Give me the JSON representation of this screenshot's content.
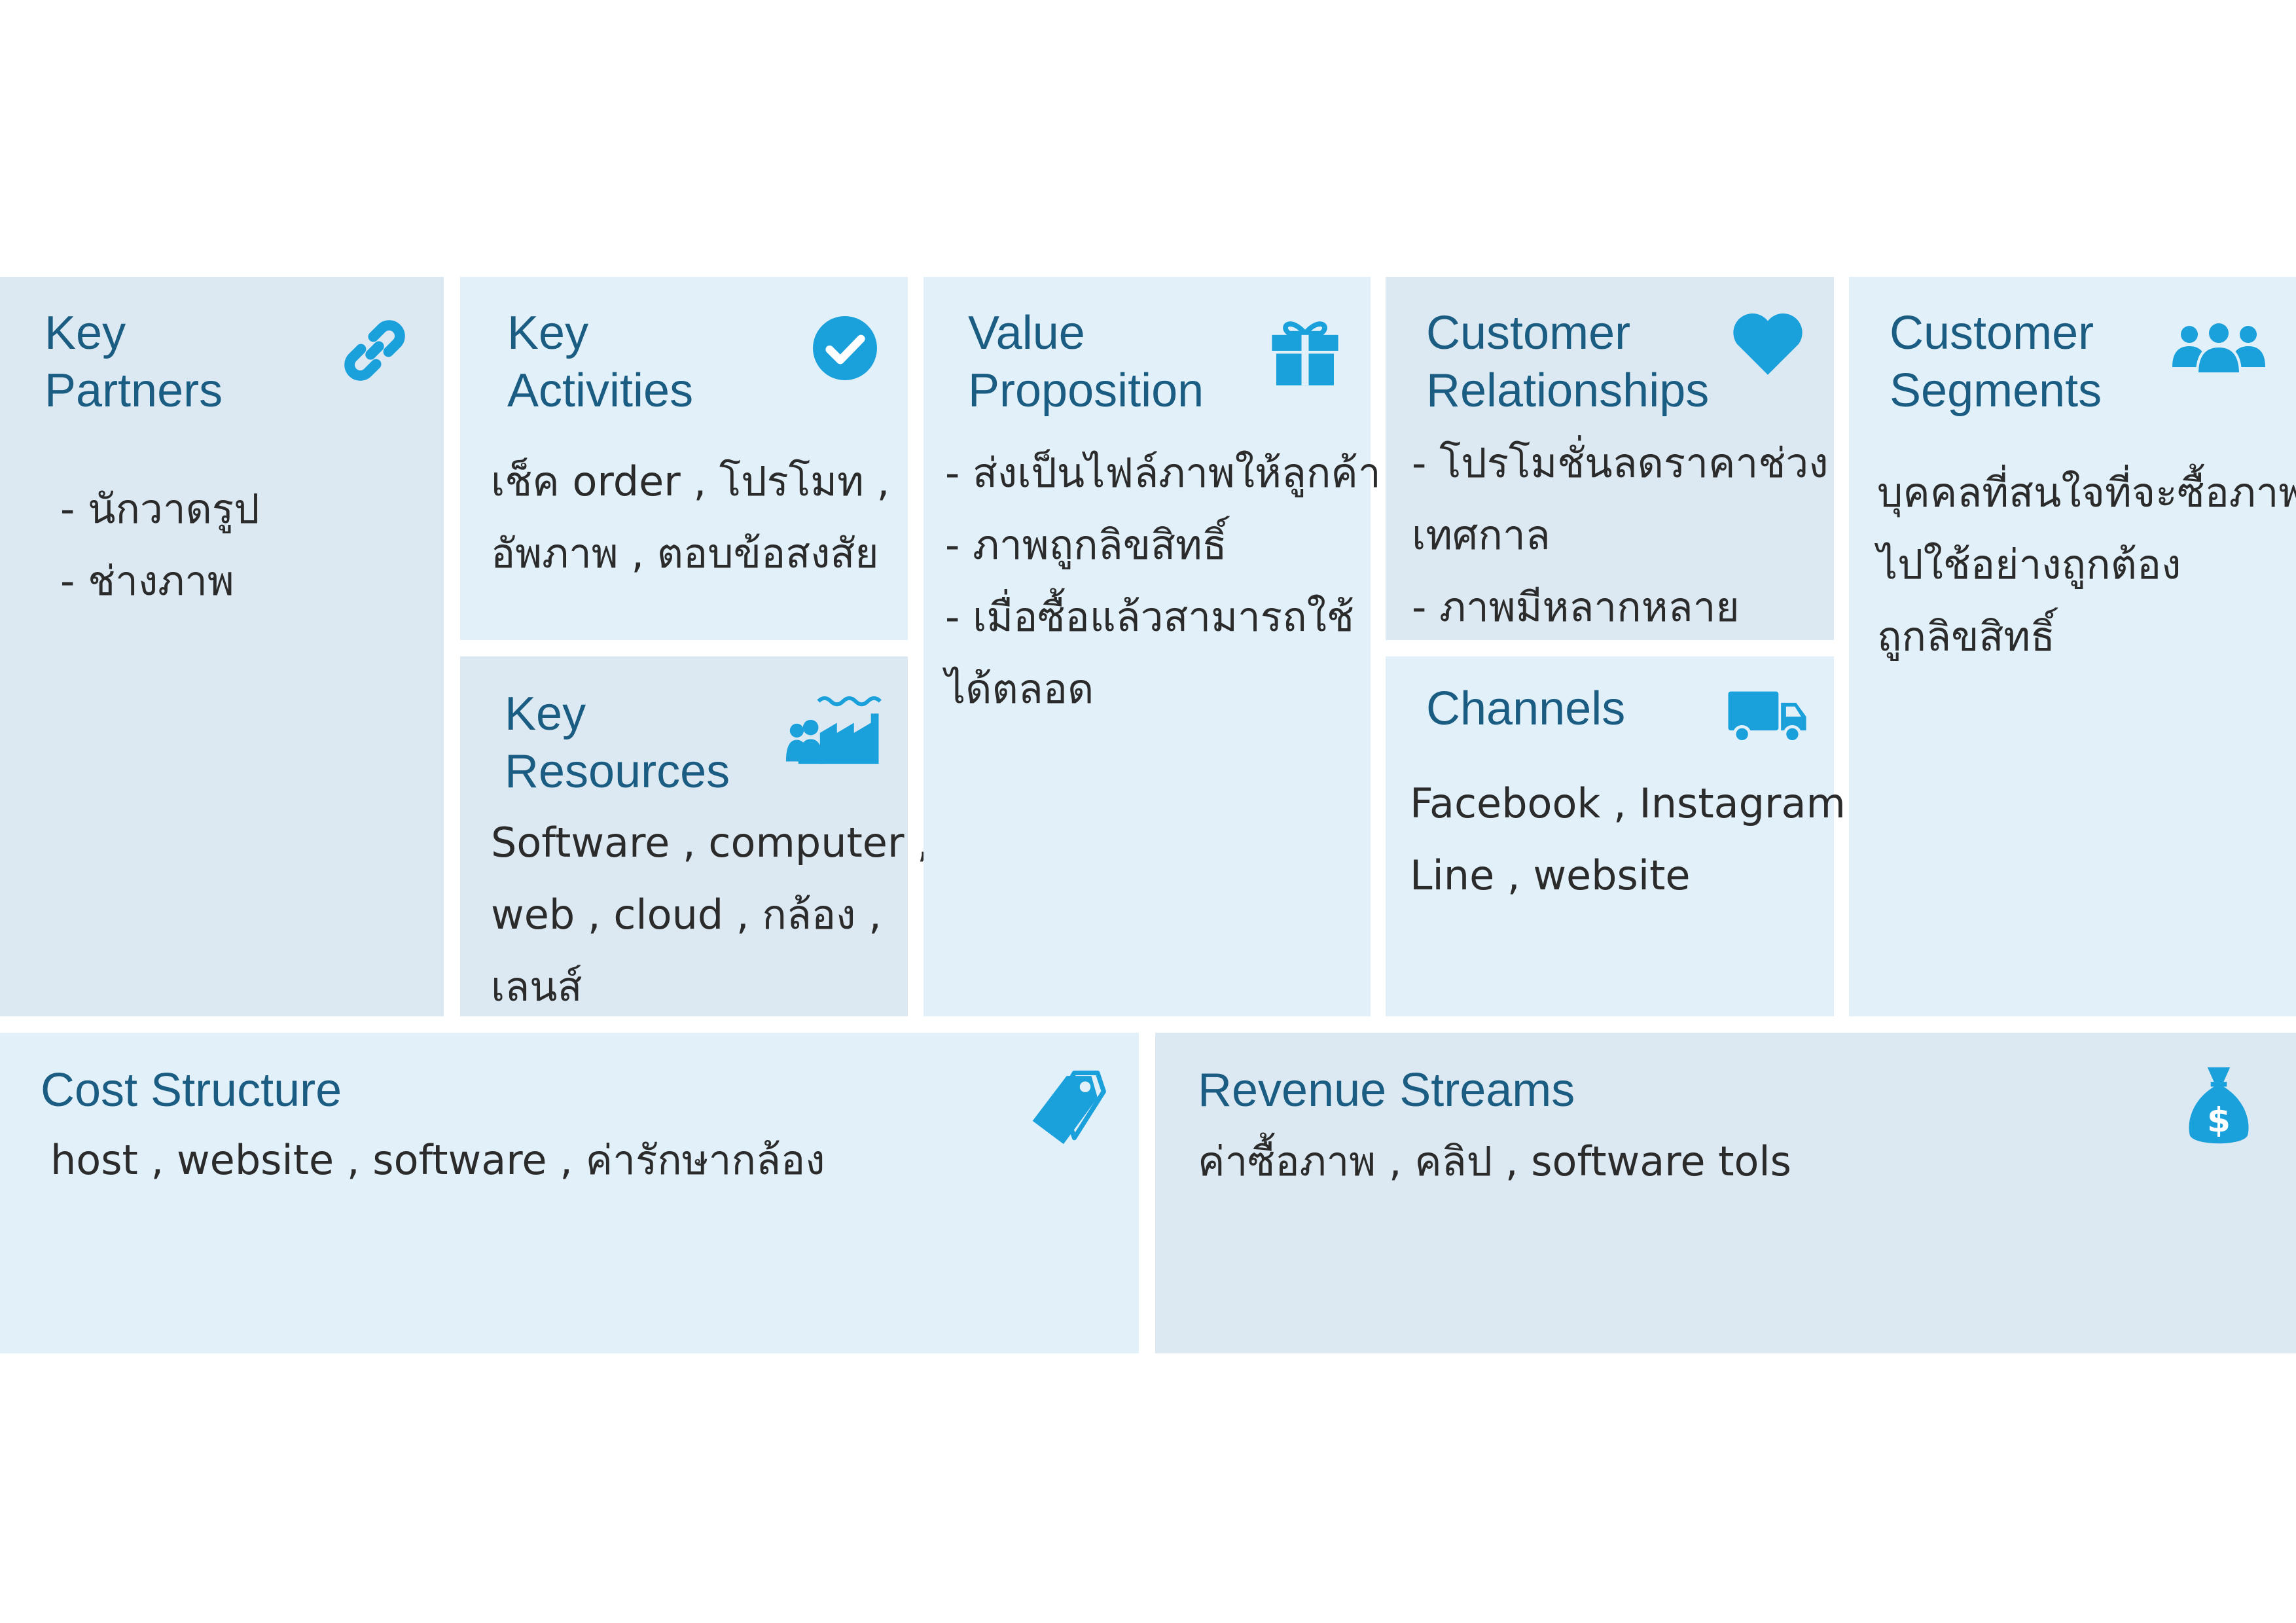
{
  "colors": {
    "accent": "#1aa0db",
    "title": "#1b5d82",
    "cell_light": "#e1f0f9",
    "cell_gray": "#dce9f2"
  },
  "key_partners": {
    "title": [
      "Key",
      "Partners"
    ],
    "icon": "link-icon",
    "lines": [
      "- นักวาดรูป",
      "- ช่างภาพ"
    ]
  },
  "key_activities": {
    "title": [
      "Key",
      "Activities"
    ],
    "icon": "check-circle-icon",
    "lines": [
      "เช็ค order , โปรโมท ,",
      "อัพภาพ , ตอบข้อสงสัย"
    ]
  },
  "key_resources": {
    "title": [
      "Key",
      "Resources"
    ],
    "icon": "factory-icon",
    "lines": [
      "Software , computer ,",
      "web , cloud , กล้อง ,",
      "เลนส์"
    ]
  },
  "value_proposition": {
    "title": [
      "Value",
      "Proposition"
    ],
    "icon": "gift-icon",
    "lines": [
      "- ส่งเป็นไฟล์ภาพให้ลูกค้า",
      "- ภาพถูกลิขสิทธิ์",
      "- เมื่อซื้อแล้วสามารถใช้",
      "ได้ตลอด"
    ]
  },
  "customer_relationships": {
    "title": [
      "Customer",
      "Relationships"
    ],
    "icon": "heart-icon",
    "lines": [
      "- โปรโมชั่นลดราคาช่วง",
      "เทศกาล",
      "- ภาพมีหลากหลาย"
    ]
  },
  "channels": {
    "title": [
      "Channels"
    ],
    "icon": "truck-icon",
    "lines": [
      "Facebook , Instagram ,",
      "Line , website"
    ]
  },
  "customer_segments": {
    "title": [
      "Customer",
      "Segments"
    ],
    "icon": "users-icon",
    "lines": [
      "บุคคลที่สนใจที่จะซื้อภาพ",
      "ไปใช้อย่างถูกต้อง",
      "ถูกลิขสิทธิ์"
    ]
  },
  "cost_structure": {
    "title": [
      "Cost Structure"
    ],
    "icon": "price-tag-icon",
    "lines": [
      "host , website , software , ค่ารักษากล้อง"
    ]
  },
  "revenue_streams": {
    "title": [
      "Revenue Streams"
    ],
    "icon": "money-bag-icon",
    "lines": [
      "ค่าซื้อภาพ , คลิป , software tols"
    ]
  }
}
